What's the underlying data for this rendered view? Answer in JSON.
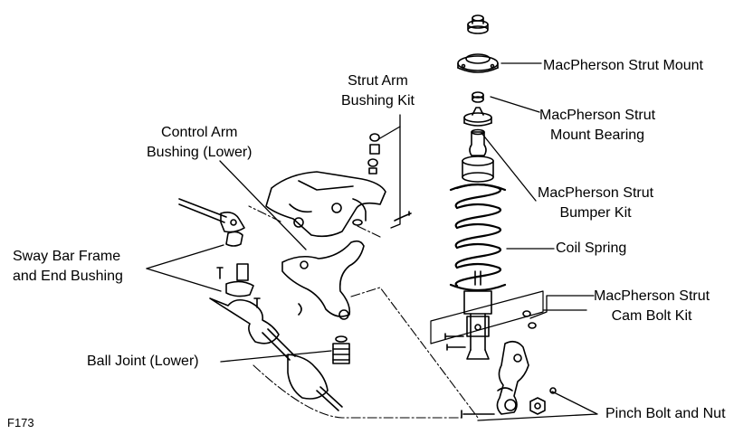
{
  "figure_code": "F173",
  "labels": {
    "strut_mount": "MacPherson Strut Mount",
    "strut_mount_bearing": [
      "MacPherson Strut",
      "Mount Bearing"
    ],
    "strut_bumper_kit": [
      "MacPherson Strut",
      "Bumper Kit"
    ],
    "coil_spring": "Coil Spring",
    "cam_bolt_kit": [
      "MacPherson Strut",
      "Cam Bolt Kit"
    ],
    "pinch_bolt_nut": "Pinch Bolt and Nut",
    "strut_arm_bushing_kit": [
      "Strut Arm",
      "Bushing Kit"
    ],
    "control_arm_bushing": [
      "Control Arm",
      "Bushing (Lower)"
    ],
    "sway_bar": [
      "Sway Bar Frame",
      "and End Bushing"
    ],
    "ball_joint": "Ball Joint (Lower)"
  },
  "icons": [
    "coil-spring-icon",
    "strut-mount-icon",
    "strut-body-icon",
    "steering-knuckle-icon",
    "control-arm-icon",
    "strut-arm-frame-icon",
    "drive-axle-icon",
    "sway-bar-icon",
    "ball-joint-icon",
    "bolt-icon",
    "nut-icon"
  ]
}
